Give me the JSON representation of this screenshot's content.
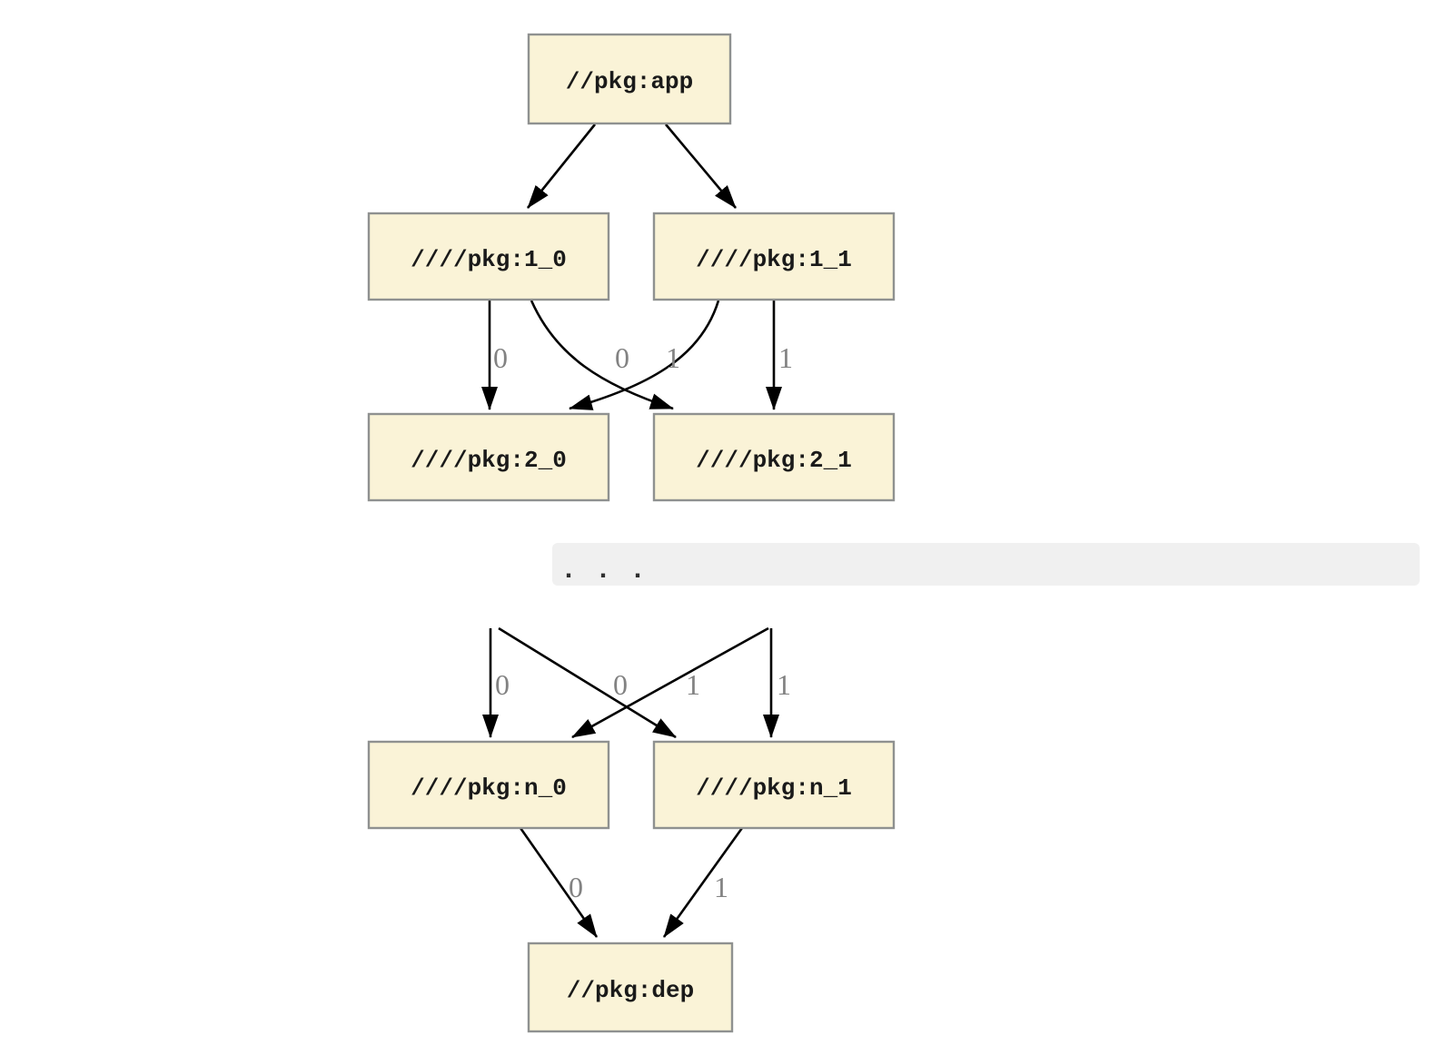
{
  "diagram": {
    "type": "dependency-graph",
    "nodes": [
      {
        "id": "app",
        "label": "//pkg:app"
      },
      {
        "id": "1_0",
        "label": "////pkg:1_0"
      },
      {
        "id": "1_1",
        "label": "////pkg:1_1"
      },
      {
        "id": "2_0",
        "label": "////pkg:2_0"
      },
      {
        "id": "2_1",
        "label": "////pkg:2_1"
      },
      {
        "id": "n_0",
        "label": "////pkg:n_0"
      },
      {
        "id": "n_1",
        "label": "////pkg:n_1"
      },
      {
        "id": "dep",
        "label": "//pkg:dep"
      }
    ],
    "edges": [
      {
        "from": "app",
        "to": "1_0",
        "label": ""
      },
      {
        "from": "app",
        "to": "1_1",
        "label": ""
      },
      {
        "from": "1_0",
        "to": "2_0",
        "label": "0"
      },
      {
        "from": "1_0",
        "to": "2_1",
        "label": "1"
      },
      {
        "from": "1_1",
        "to": "2_0",
        "label": "0"
      },
      {
        "from": "1_1",
        "to": "2_1",
        "label": "1"
      },
      {
        "from": "ellipsis",
        "to": "n_0",
        "label": "0"
      },
      {
        "from": "ellipsis",
        "to": "n_1",
        "label": "1"
      },
      {
        "from": "ellipsis",
        "to": "n_0",
        "label": "0"
      },
      {
        "from": "ellipsis",
        "to": "n_1",
        "label": "1"
      },
      {
        "from": "n_0",
        "to": "dep",
        "label": "0"
      },
      {
        "from": "n_1",
        "to": "dep",
        "label": "1"
      }
    ],
    "ellipsis": ". . .",
    "colors": {
      "background": "#ffffff",
      "node_fill": "#faf3d7",
      "node_border": "#8f9190",
      "node_text": "#1a1a1a",
      "edge": "#000000",
      "edge_label": "#828282",
      "band_fill": "#f0f0f0",
      "band_text": "#2f2f2f"
    }
  }
}
